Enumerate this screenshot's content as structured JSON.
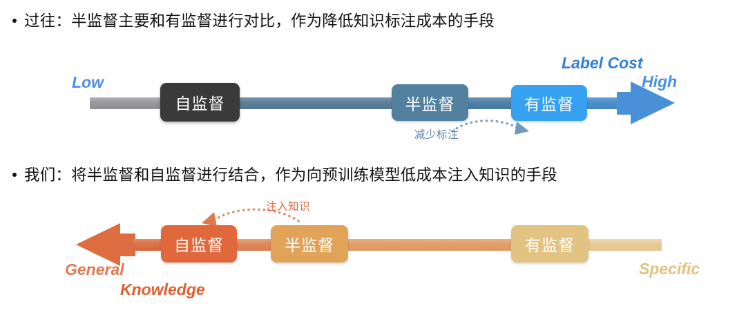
{
  "slide": {
    "bullets": [
      {
        "id": "past",
        "text": "过往：半监督主要和有监督进行对比，作为降低知识标注成本的手段"
      },
      {
        "id": "ours",
        "text": "我们：将半监督和自监督进行结合，作为向预训练模型低成本注入知识的手段"
      }
    ]
  },
  "diagram_past": {
    "left_label": "Low",
    "right_label": "High",
    "axis_title": "Label Cost",
    "nodes": [
      {
        "label": "自监督",
        "color": "#3a3a3a"
      },
      {
        "label": "半监督",
        "color": "#52809f"
      },
      {
        "label": "有监督",
        "color": "#35a1f0"
      }
    ],
    "annotation": {
      "label": "减少标注",
      "color": "#5b86ac"
    },
    "colors": {
      "track_start": "#9a9a9f",
      "track_mid": "#5f819b",
      "track_end": "#4b8dc8",
      "arrow": "#4a90d9",
      "label_text": "#4a90e2",
      "axis_title_text": "#2f7fd6"
    }
  },
  "diagram_ours": {
    "left_label": "General",
    "left_label_2": "Knowledge",
    "right_label": "Specific",
    "nodes": [
      {
        "label": "自监督",
        "color": "#e1673c"
      },
      {
        "label": "半监督",
        "color": "#e0a358"
      },
      {
        "label": "有监督",
        "color": "#e3c381"
      }
    ],
    "annotation": {
      "label": "注入知识",
      "color": "#e1673c"
    },
    "colors": {
      "arrow": "#de6c41",
      "track_start": "#df7044",
      "track_mid": "#e09a63",
      "track_end": "#e7cb96",
      "general_text": "#e1794f",
      "knowledge_text": "#e05e2e",
      "specific_text": "#e2c183"
    }
  }
}
